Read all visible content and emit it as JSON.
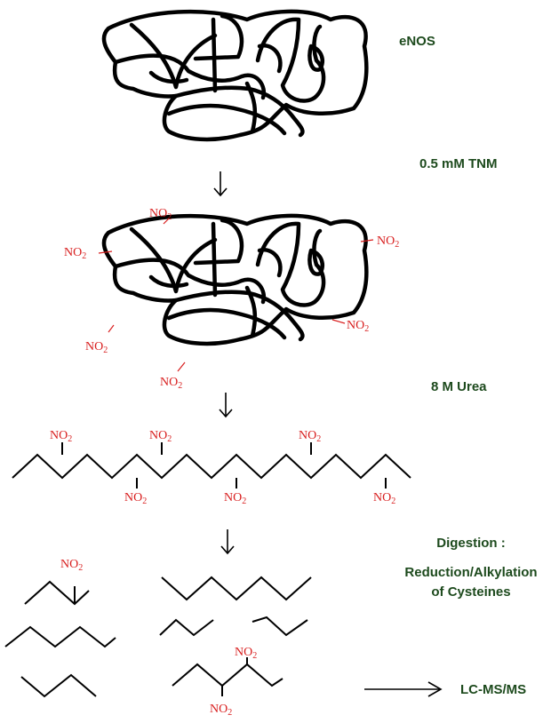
{
  "labels": {
    "enzyme": "eNOS",
    "reagent1": "0.5 mM TNM",
    "reagent2": "8 M Urea",
    "digestion_line1": "Digestion :",
    "digestion_line2": "Reduction/Alkylation",
    "digestion_line3": "of Cysteines",
    "analysis": "LC-MS/MS"
  },
  "group": {
    "main": "NO",
    "sub": "2"
  },
  "colors": {
    "label": "#1d4a1d",
    "nitro": "#d81e1e",
    "line": "#000000"
  }
}
